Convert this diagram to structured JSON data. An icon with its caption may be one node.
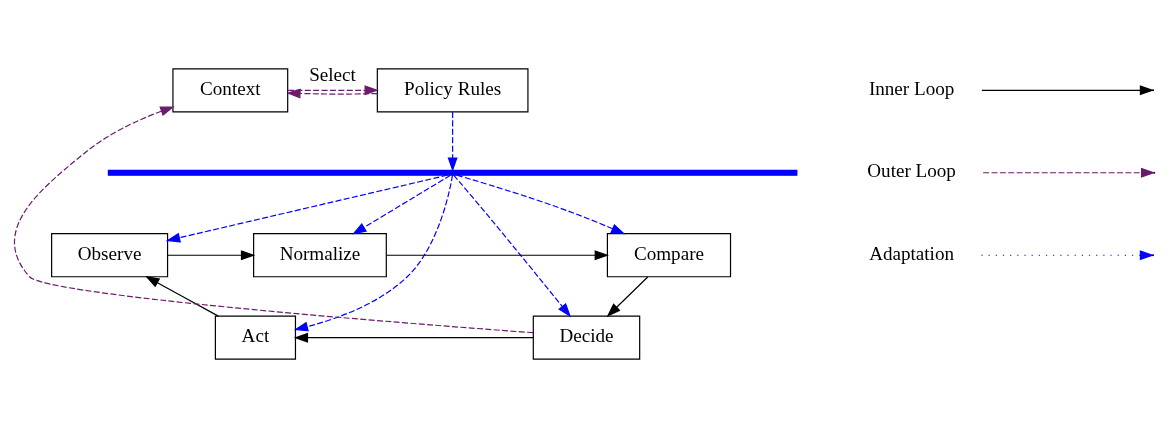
{
  "diagram": {
    "nodes": [
      {
        "text": [
          "Context"
        ]
      },
      {
        "text": [
          "Policy Rules"
        ]
      },
      {
        "text": [],
        "shape": "bar"
      },
      {
        "text": [
          "Observe"
        ]
      },
      {
        "text": [
          "Normalize"
        ]
      },
      {
        "text": [
          "Compare"
        ]
      },
      {
        "text": [
          "Act"
        ]
      },
      {
        "text": [
          "Decide"
        ]
      }
    ],
    "edges": [
      {
        "from": 0,
        "to": 1,
        "arrow": "to",
        "label": "Select",
        "style": "dashed",
        "color": "#6a1b6a"
      },
      {
        "from": 1,
        "to": 0,
        "arrow": "to",
        "style": "dashed",
        "color": "#6a1b6a"
      },
      {
        "from": 7,
        "to": 0,
        "arrow": "to",
        "style": "dashed",
        "color": "#6a1b6a"
      },
      {
        "from": 1,
        "to": 2,
        "arrow": "to",
        "style": "dashed",
        "color": "#0000ff"
      },
      {
        "from": 2,
        "to": 3,
        "arrow": "to",
        "style": "dashed",
        "color": "#0000ff"
      },
      {
        "from": 2,
        "to": 4,
        "arrow": "to",
        "style": "dashed",
        "color": "#0000ff"
      },
      {
        "from": 2,
        "to": 5,
        "arrow": "to",
        "style": "dashed",
        "color": "#0000ff"
      },
      {
        "from": 2,
        "to": 6,
        "arrow": "to",
        "style": "dashed",
        "color": "#0000ff"
      },
      {
        "from": 2,
        "to": 7,
        "arrow": "to",
        "style": "dashed",
        "color": "#0000ff"
      },
      {
        "from": 3,
        "to": 4,
        "arrow": "to",
        "color": "#000000"
      },
      {
        "from": 4,
        "to": 5,
        "arrow": "to",
        "color": "#000000"
      },
      {
        "from": 5,
        "to": 7,
        "arrow": "to",
        "color": "#000000"
      },
      {
        "from": 7,
        "to": 6,
        "arrow": "to",
        "color": "#000000"
      },
      {
        "from": 6,
        "to": 3,
        "arrow": "to",
        "color": "#000000"
      }
    ],
    "legend": [
      {
        "text": "Inner Loop"
      },
      {
        "text": "Outer Loop"
      },
      {
        "text": "Adaptation"
      }
    ]
  }
}
